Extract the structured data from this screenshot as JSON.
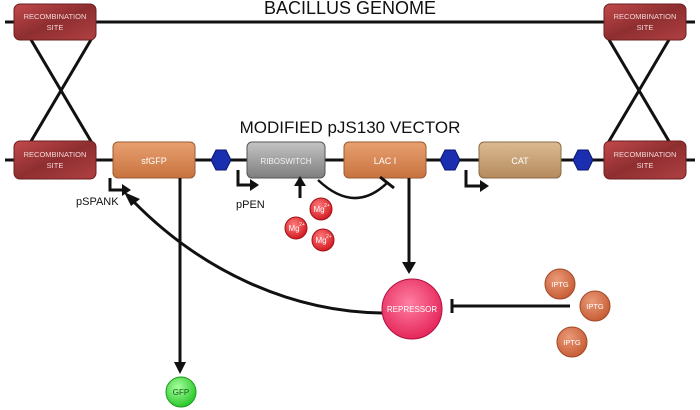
{
  "genome": {
    "title": "BACILLUS GENOME",
    "recombination_label": [
      "RECOMBINATION",
      "SITE"
    ]
  },
  "vector": {
    "title": "MODIFIED pJS130 VECTOR",
    "genes": {
      "sfgfp": "sfGFP",
      "riboswitch": "RIBOSWITCH",
      "laci": "LAC I",
      "cat": "CAT"
    },
    "promoters": {
      "pspank": "pSPANK",
      "ppen": "pPEN"
    }
  },
  "molecules": {
    "mg_label": "Mg",
    "mg_charge": "2+",
    "iptg_label": "IPTG",
    "repressor_label": "REPRESSOR",
    "gfp_label": "GFP"
  },
  "colors": {
    "recombination_fill": "#a83a3c",
    "sfgfp_fill": "#d98552",
    "laci_fill": "#d98552",
    "riboswitch_fill": "#9a9a9a",
    "cat_fill": "#c6a27a",
    "hexagon_fill": "#1a2fb0",
    "mg_fill": "#e0262c",
    "iptg_fill": "#d66a44",
    "repressor_fill": "#ee2b63",
    "gfp_fill": "#3ee03e"
  }
}
